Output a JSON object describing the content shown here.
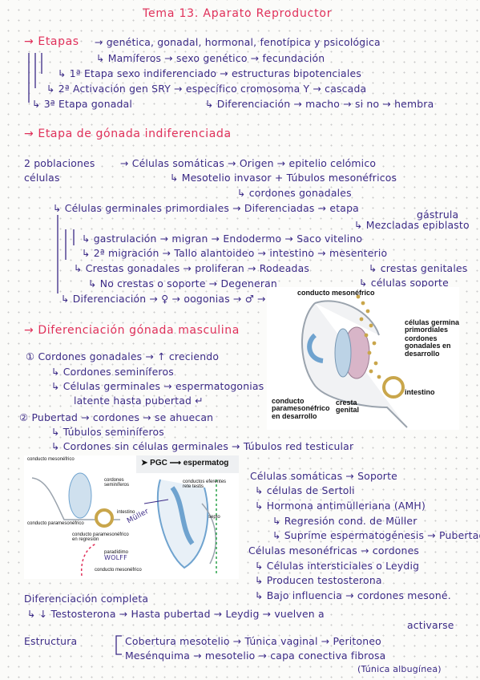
{
  "title": "Tema 13. Aparato Reproductor",
  "sections": {
    "etapas": {
      "heading": "→ Etapas",
      "line1": "→ genética, gonadal, hormonal, fenotípica y psicológica",
      "line2": "↳ Mamíferos → sexo genético → fecundación",
      "line3": "↳ 1ª Etapa sexo indiferenciado → estructuras bipotenciales",
      "line4": "↳ 2ª Activación gen SRY → específico cromosoma Y → cascada",
      "line5": "↳ 3ª Etapa gonadal",
      "line5b": "↳ Diferenciación → macho → si no → hembra"
    },
    "indiferenciada": {
      "heading": "→ Etapa de gónada indiferenciada",
      "l1a": "2 poblaciones",
      "l1b": "→ Células somáticas → Origen → epitelio celómico",
      "l1c": "células",
      "l2": "↳ Mesotelio invasor + Túbulos mesonéfricos",
      "l3": "↳ cordones gonadales",
      "l4": "↳ Células germinales primordiales → Diferenciadas → etapa",
      "l4b": "gástrula",
      "l5": "↳ Mezcladas epiblasto",
      "l6": "↳ gastrulación → migran → Endodermo → Saco vitelino",
      "l7": "↳ 2ª migración → Tallo alantoideo → intestino → mesenterio",
      "l8": "↳ Crestas gonadales → proliferan → Rodeadas",
      "l8b": "↳ crestas genitales",
      "l9": "↳ No crestas o soporte → Degeneran",
      "l9b": "↳ células soporte",
      "l10": "↳ Diferenciación → ♀ → oogonias → ♂ → espermatogonias"
    },
    "masculina": {
      "heading": "→ Diferenciación gónada masculina",
      "l1": "① Cordones gonadales → ↑ creciendo",
      "l2": "↳ Cordones seminíferos",
      "l3": "↳ Células germinales → espermatogonias",
      "l4": "latente hasta pubertad ↵",
      "l5": "② Pubertad → cordones → se ahuecan",
      "l6": "↳ Túbulos seminíferos",
      "l7": "↳ Cordones sin células germinales → Túbulos red testicular"
    },
    "somaticas": {
      "l1": "Células somáticas → Soporte",
      "l2": "↳ células de Sertoli",
      "l3": "↳ Hormona antimülleriana (AMH)",
      "l4": "↳ Regresión cond. de Müller",
      "l5": "↳ Suprime espermatogénesis → Pubertad",
      "l6": "Células mesonéfricas → cordones",
      "l7": "↳ Células intersticiales o Leydig",
      "l8": "↳ Producen testosterona",
      "l9": "↳ Bajo influencia → cordones mesoné."
    },
    "completa": {
      "l1": "Diferenciación completa",
      "l2": "↳ ↓ Testosterona → Hasta pubertad → Leydig → vuelven a",
      "l2b": "activarse"
    },
    "estructura": {
      "label": "Estructura",
      "l1": "Cobertura mesotelio → Túnica vaginal → Peritoneo",
      "l2": "Mesénquima → mesotelio → capa conectiva fibrosa",
      "l3": "(Túnica albugínea)"
    }
  },
  "figure1": {
    "conducto_mesonefrico": "conducto mesonéfrico",
    "celulas_germinales": "células germinales\nprimordiales",
    "cordones": "cordones\ngonadales en\ndesarrollo",
    "intestino": "intestino",
    "conducto_paramesonefrico": "conducto\nparamesonéfrico\nen desarrollo",
    "cresta_genital": "cresta\ngenital"
  },
  "figure2": {
    "conducto_mesonefrico_top": "conducto mesonéfrico",
    "pgc_label": "➤ PGC ⟶ espermatog",
    "cordones_seminiferos": "cordones\nseminíferos",
    "conductos_eferentes": "conductos eferentes\nrete testis",
    "intestino": "intestino",
    "septo": "septo",
    "conducto_paramesonefrico": "conducto paramesonéfrico",
    "conducto_regresion": "conducto paramesonéfrico\nen regresión",
    "paradidimo": "paradídimo",
    "conducto_mesonefrico_bottom": "conducto mesonéfrico",
    "muller": "Müller",
    "wolff": "WOLFF"
  },
  "colors": {
    "ink": "#3b2a86",
    "red": "#e0305a",
    "blue_structure": "#6fa3cf",
    "germ": "#c9a64b"
  }
}
